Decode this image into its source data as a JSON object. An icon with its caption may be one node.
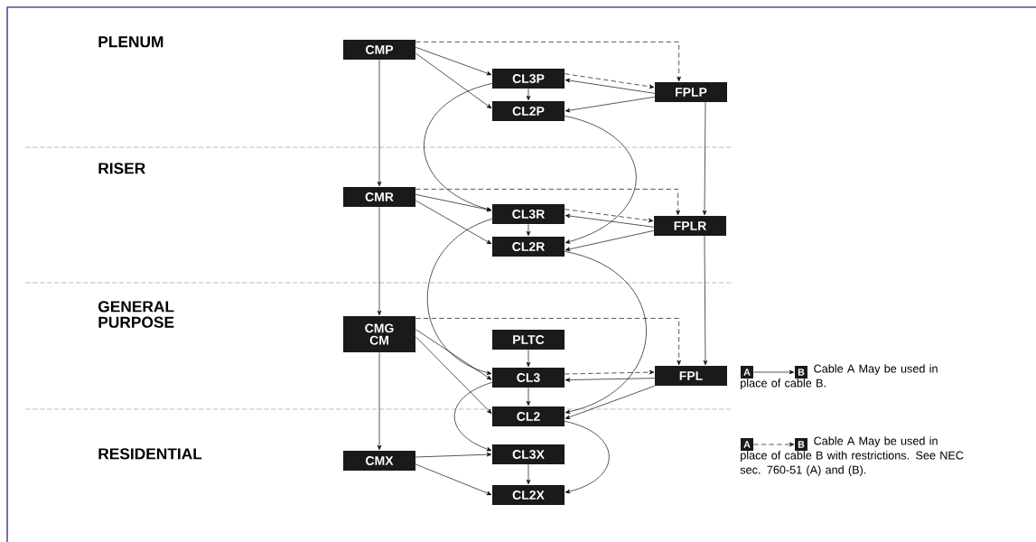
{
  "diagram": {
    "nodes": [
      {
        "text": [
          "CMP"
        ]
      },
      {
        "text": [
          "CL3P"
        ]
      },
      {
        "text": [
          "FPLP"
        ]
      },
      {
        "text": [
          "CL2P"
        ]
      },
      {
        "text": [
          "CMR"
        ]
      },
      {
        "text": [
          "CL3R"
        ]
      },
      {
        "text": [
          "FPLR"
        ]
      },
      {
        "text": [
          "CL2R"
        ]
      },
      {
        "text": [
          "CMG",
          "CM"
        ]
      },
      {
        "text": [
          "PLTC"
        ]
      },
      {
        "text": [
          "CL3"
        ]
      },
      {
        "text": [
          "FPL"
        ]
      },
      {
        "text": [
          "CL2"
        ]
      },
      {
        "text": [
          "CMX"
        ]
      },
      {
        "text": [
          "CL3X"
        ]
      },
      {
        "text": [
          "CL2X"
        ]
      },
      {
        "text": [
          "A"
        ]
      },
      {
        "text": [
          "B"
        ]
      },
      {
        "text": [
          "A"
        ]
      },
      {
        "text": [
          "B"
        ]
      }
    ],
    "edges": [
      {
        "from": 0,
        "to": 1,
        "arrow": "to"
      },
      {
        "from": 0,
        "to": 3,
        "arrow": "to"
      },
      {
        "from": 0,
        "to": 4,
        "arrow": "to"
      },
      {
        "from": 0,
        "to": 2,
        "arrow": "to",
        "style": "dashed"
      },
      {
        "from": 1,
        "to": 3,
        "arrow": "to"
      },
      {
        "from": 1,
        "to": 2,
        "arrow": "to",
        "style": "dashed"
      },
      {
        "from": 2,
        "to": 1,
        "arrow": "to"
      },
      {
        "from": 2,
        "to": 3,
        "arrow": "to"
      },
      {
        "from": 2,
        "to": 6,
        "arrow": "to"
      },
      {
        "from": 1,
        "to": 5,
        "arrow": "to"
      },
      {
        "from": 3,
        "to": 7,
        "arrow": "to"
      },
      {
        "from": 4,
        "to": 5,
        "arrow": "to"
      },
      {
        "from": 4,
        "to": 7,
        "arrow": "to"
      },
      {
        "from": 4,
        "to": 8,
        "arrow": "to"
      },
      {
        "from": 4,
        "to": 6,
        "arrow": "to",
        "style": "dashed"
      },
      {
        "from": 5,
        "to": 7,
        "arrow": "to"
      },
      {
        "from": 5,
        "to": 6,
        "arrow": "to",
        "style": "dashed"
      },
      {
        "from": 6,
        "to": 5,
        "arrow": "to"
      },
      {
        "from": 6,
        "to": 7,
        "arrow": "to"
      },
      {
        "from": 6,
        "to": 11,
        "arrow": "to"
      },
      {
        "from": 5,
        "to": 10,
        "arrow": "to"
      },
      {
        "from": 7,
        "to": 12,
        "arrow": "to"
      },
      {
        "from": 8,
        "to": 10,
        "arrow": "to"
      },
      {
        "from": 8,
        "to": 12,
        "arrow": "to"
      },
      {
        "from": 8,
        "to": 13,
        "arrow": "to"
      },
      {
        "from": 8,
        "to": 11,
        "arrow": "to",
        "style": "dashed"
      },
      {
        "from": 9,
        "to": 10,
        "arrow": "to"
      },
      {
        "from": 10,
        "to": 12,
        "arrow": "to"
      },
      {
        "from": 10,
        "to": 11,
        "arrow": "to",
        "style": "dashed"
      },
      {
        "from": 11,
        "to": 10,
        "arrow": "to"
      },
      {
        "from": 11,
        "to": 12,
        "arrow": "to"
      },
      {
        "from": 10,
        "to": 14,
        "arrow": "to"
      },
      {
        "from": 12,
        "to": 15,
        "arrow": "to"
      },
      {
        "from": 13,
        "to": 14,
        "arrow": "to"
      },
      {
        "from": 13,
        "to": 15,
        "arrow": "to"
      },
      {
        "from": 14,
        "to": 15,
        "arrow": "to"
      },
      {
        "from": 16,
        "to": 17,
        "arrow": "to"
      },
      {
        "from": 18,
        "to": 19,
        "arrow": "to",
        "style": "dashed"
      }
    ],
    "labels": [
      "PLENUM",
      "RISER",
      "GENERAL PURPOSE",
      "RESIDENTIAL"
    ],
    "legend": [
      {
        "text": "Cable A May be used in place of cable B."
      },
      {
        "text": "Cable A May be used in place of cable B with restrictions. See NEC sec. 760-51 (A) and (B)."
      }
    ]
  }
}
